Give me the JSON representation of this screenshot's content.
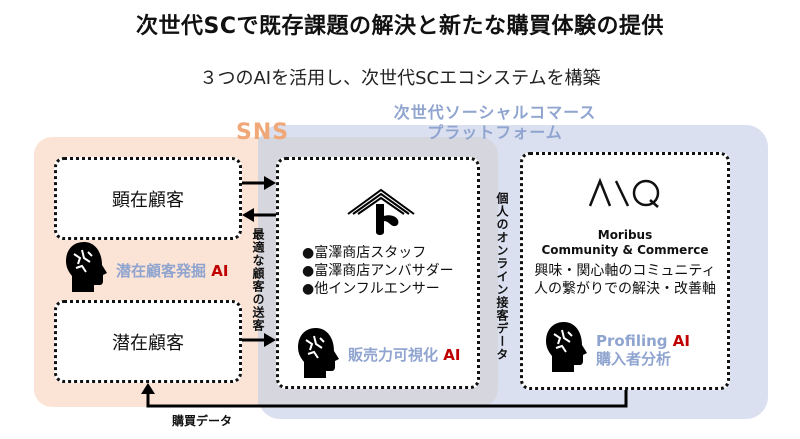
{
  "header": {
    "title": "次世代SCで既存課題の解決と新たな購買体験の提供",
    "subtitle": "３つのAIを活用し、次世代SCエコシステムを構築"
  },
  "regions": {
    "sns_label": "SNS",
    "platform_label_line1": "次世代ソーシャルコマース",
    "platform_label_line2": "プラットフォーム"
  },
  "left": {
    "kenzai_box": "顕在顧客",
    "senzai_box": "潜在顧客",
    "ai_label": "潜在顧客発掘",
    "ai_suffix": "AI"
  },
  "arrows": {
    "optimal_sending": "最適な顧客の送客",
    "personal_online_data": "個人のオンライン接客データ",
    "purchase_data": "購買データ"
  },
  "center": {
    "logo": "tomizawa-shoten-logo",
    "bullets": [
      "●富澤商店スタッフ",
      "●富澤商店アンバサダー",
      "●他インフルエンサー"
    ],
    "ai_label": "販売力可視化",
    "ai_suffix": "AI"
  },
  "right": {
    "logo_text": "ΛＩQ",
    "brand_line1": "Moribus",
    "brand_line2": "Community & Commerce",
    "desc_line1": "興味・関心軸のコミュニティ",
    "desc_line2": "人の繋がりでの解決・改善軸",
    "ai_label": "Profiling",
    "ai_suffix": "AI",
    "ai_sub": "購入者分析"
  },
  "colors": {
    "sns_bg": "#fbe3d6",
    "platform_bg": "#dbe0f0",
    "ai_label_blue": "#8fa4cf",
    "ai_red": "#c00000",
    "sns_label": "#f0a878"
  }
}
